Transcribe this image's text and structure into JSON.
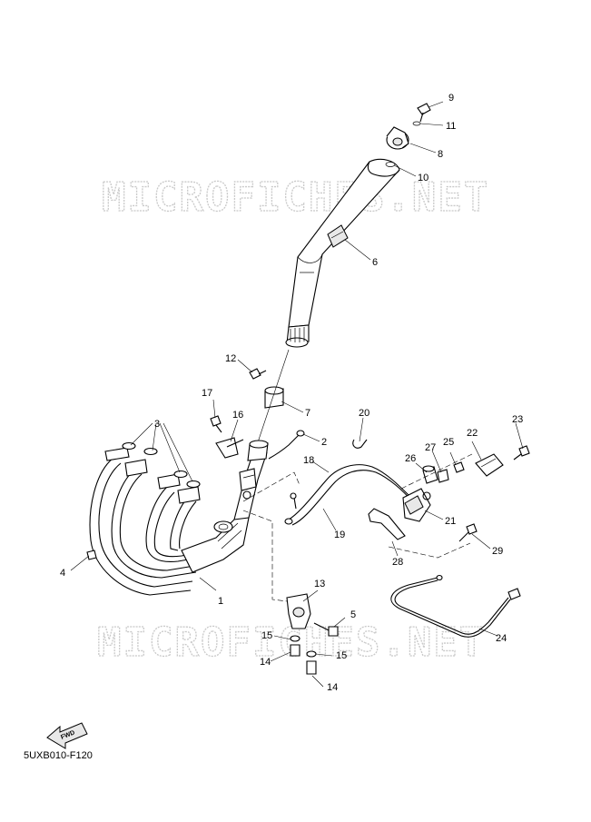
{
  "diagram": {
    "watermark": "MICROFICHES.NET",
    "catalog_code": "5UXB010-F120",
    "fwd_label": "FWD",
    "callouts": {
      "c1": "1",
      "c2": "2",
      "c3": "3",
      "c4": "4",
      "c5": "5",
      "c6": "6",
      "c7": "7",
      "c8": "8",
      "c9": "9",
      "c10": "10",
      "c11": "11",
      "c12": "12",
      "c13": "13",
      "c14a": "14",
      "c14b": "14",
      "c15a": "15",
      "c15b": "15",
      "c16": "16",
      "c17": "17",
      "c18": "18",
      "c19": "19",
      "c20": "20",
      "c21": "21",
      "c22": "22",
      "c23": "23",
      "c24": "24",
      "c25": "25",
      "c26": "26",
      "c27": "27",
      "c28": "28",
      "c29": "29"
    }
  }
}
